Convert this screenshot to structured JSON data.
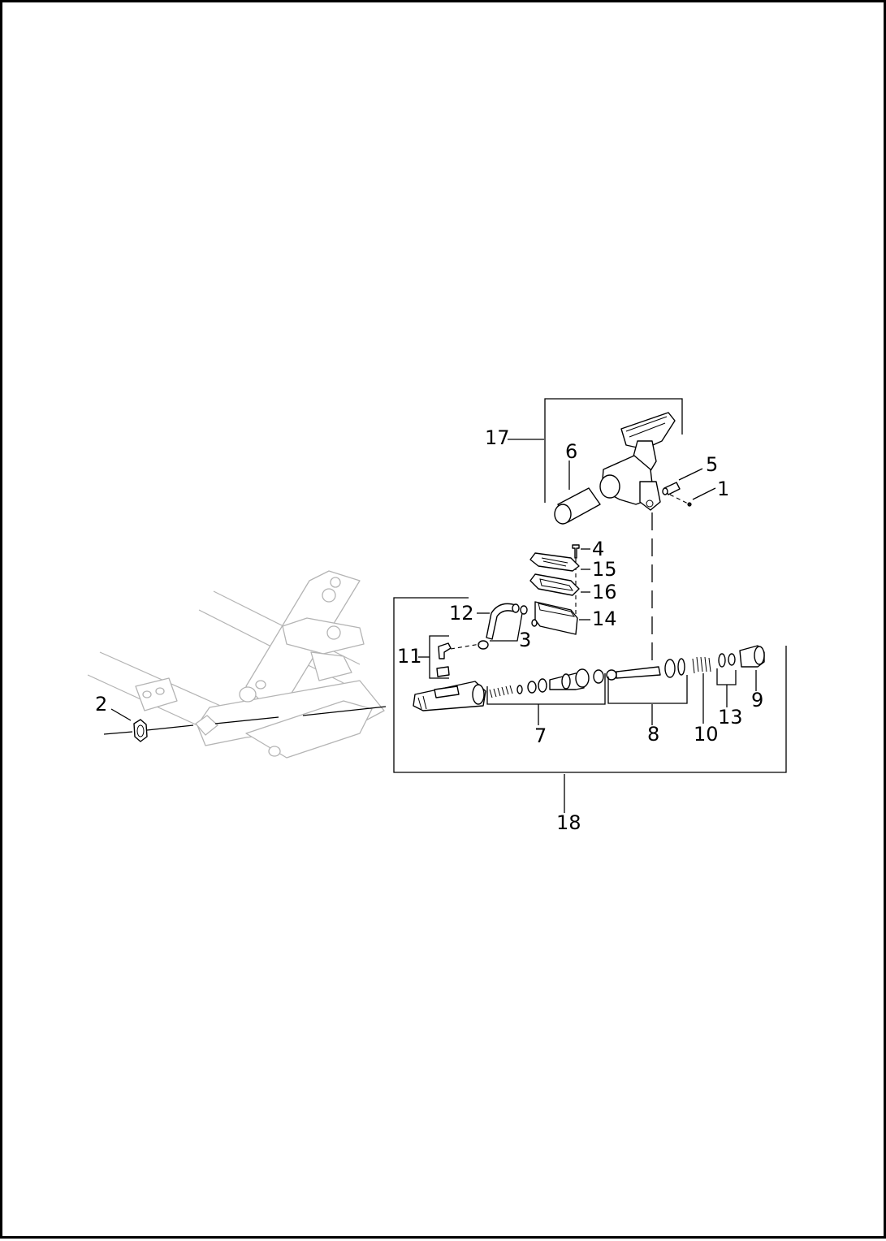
{
  "callouts": [
    {
      "id": "1",
      "label": "1"
    },
    {
      "id": "2",
      "label": "2"
    },
    {
      "id": "3",
      "label": "3"
    },
    {
      "id": "4",
      "label": "4"
    },
    {
      "id": "5",
      "label": "5"
    },
    {
      "id": "6",
      "label": "6"
    },
    {
      "id": "7",
      "label": "7"
    },
    {
      "id": "8",
      "label": "8"
    },
    {
      "id": "9",
      "label": "9"
    },
    {
      "id": "10",
      "label": "10"
    },
    {
      "id": "11",
      "label": "11"
    },
    {
      "id": "12",
      "label": "12"
    },
    {
      "id": "13",
      "label": "13"
    },
    {
      "id": "14",
      "label": "14"
    },
    {
      "id": "15",
      "label": "15"
    },
    {
      "id": "16",
      "label": "16"
    },
    {
      "id": "17",
      "label": "17"
    },
    {
      "id": "18",
      "label": "18"
    }
  ],
  "colors": {
    "line": "#000000",
    "frame_ghost": "#b4b4b4",
    "background": "#ffffff"
  }
}
